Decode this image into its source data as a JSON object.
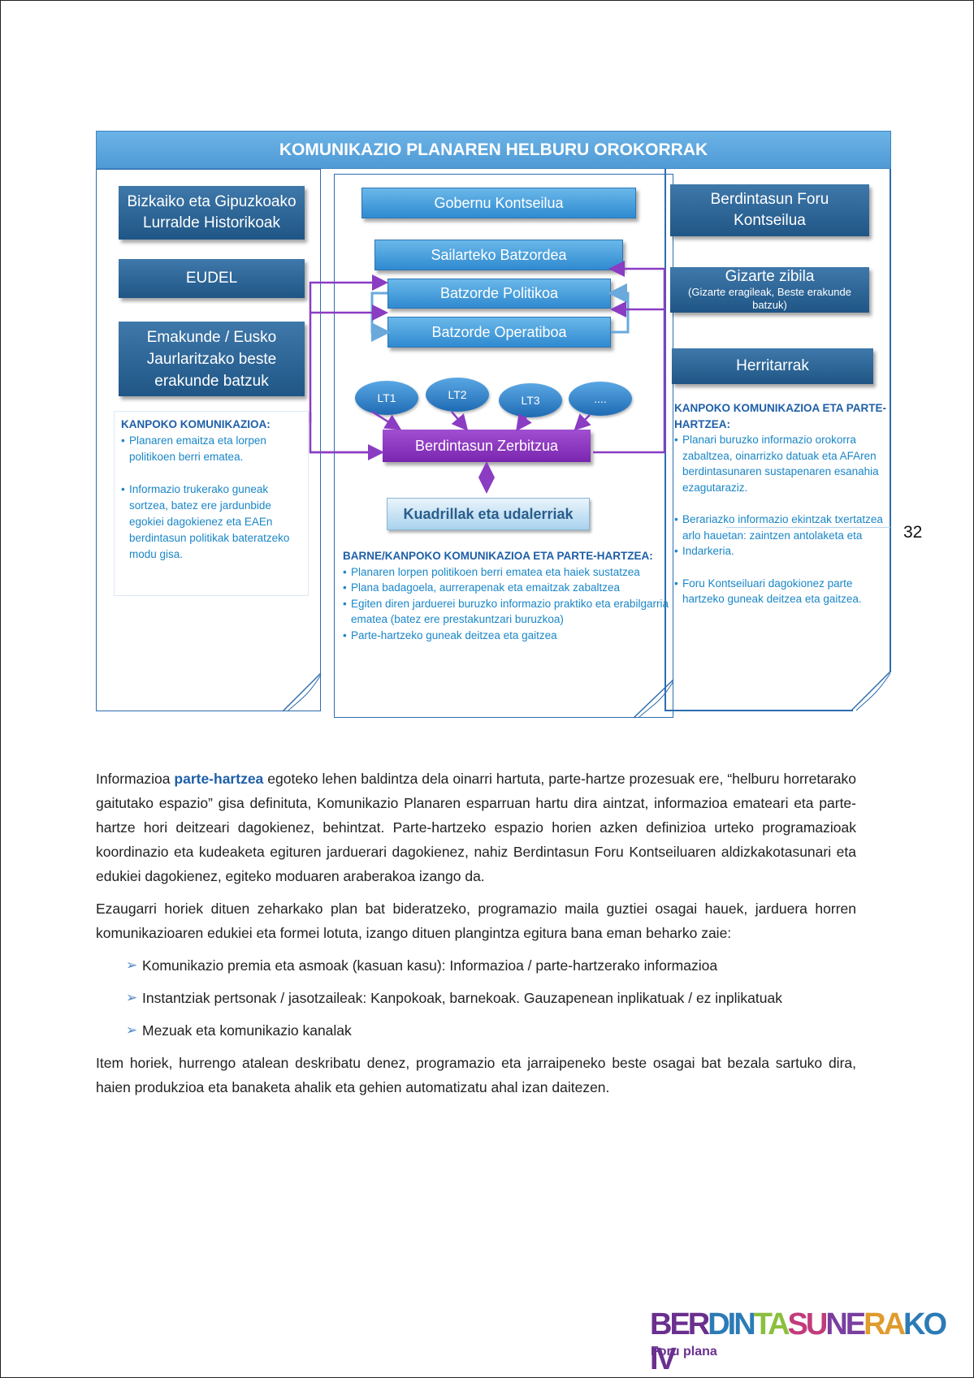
{
  "page_number": "32",
  "diagram": {
    "title": "KOMUNIKAZIO PLANAREN HELBURU OROKORRAK",
    "left": {
      "boxes": [
        "Bizkaiko eta Gipuzkoako Lurralde Historikoak",
        "EUDEL",
        "Emakunde / Eusko Jaurlaritzako beste erakunde batzuk"
      ],
      "note_title": "KANPOKO KOMUNIKAZIOA:",
      "note_items": [
        "Planaren emaitza eta lorpen politikoen berri ematea.",
        "Informazio trukerako guneak sortzea, batez ere jardunbide egokiei dagokienez eta EAEn berdintasun politikak bateratzeko modu gisa."
      ]
    },
    "middle": {
      "gobernu": "Gobernu Kontseilua",
      "sailarteko": "Sailarteko Batzordea",
      "politikoa": "Batzorde Politikoa",
      "operatiboa": "Batzorde Operatiboa",
      "lt": [
        "LT1",
        "LT2",
        "LT3",
        "...."
      ],
      "zerbitzua": "Berdintasun Zerbitzua",
      "kuadrillak": "Kuadrillak eta udalerriak",
      "note_title": "BARNE/KANPOKO KOMUNIKAZIOA ETA PARTE-HARTZEA:",
      "note_items": [
        "Planaren lorpen politikoen berri ematea eta haiek sustatzea",
        "Plana badagoela, aurrerapenak eta emaitzak zabaltzea",
        "Egiten diren jarduerei buruzko informazio praktiko eta erabilgarria ematea (batez ere prestakuntzari buruzkoa)",
        "Parte-hartzeko guneak deitzea eta gaitzea"
      ]
    },
    "right": {
      "boxes": [
        "Berdintasun Foru Kontseilua",
        "Gizarte zibila",
        "Herritarrak"
      ],
      "gizarte_sub": "(Gizarte eragileak, Beste erakunde batzuk)",
      "note_title": "KANPOKO KOMUNIKAZIOA ETA PARTE-HARTZEA:",
      "note_items": [
        "Planari buruzko informazio orokorra zabaltzea, oinarrizko datuak eta AFAren berdintasunaren sustapenaren esanahia ezagutaraziz.",
        "Berariazko informazio ekintzak txertatzea arlo hauetan: zaintzen antolaketa eta",
        "Indarkeria.",
        "Foru Kontseiluari dagokionez parte hartzeko guneak deitzea eta gaitzea."
      ]
    }
  },
  "body": {
    "p1_pre": "Informazioa ",
    "p1_bold": "parte-hartzea",
    "p1_post": " egoteko lehen baldintza dela oinarri hartuta, parte-hartze prozesuak ere, “helburu horretarako gaitutako espazio” gisa definituta, Komunikazio Planaren esparruan hartu dira aintzat, informazioa emateari eta parte-hartze hori deitzeari dagokienez, behintzat. Parte-hartzeko espazio horien azken definizioa urteko programazioak koordinazio eta kudeaketa egituren jarduerari dagokienez, nahiz Berdintasun Foru Kontseiluaren aldizkakotasunari eta edukiei dagokienez, egiteko moduaren araberakoa izango da.",
    "p2": "Ezaugarri horiek dituen zeharkako plan bat bideratzeko, programazio maila guztiei osagai hauek, jarduera horren komunikazioaren edukiei eta formei lotuta, izango dituen plangintza egitura bana eman beharko zaie:",
    "bullets": [
      "Komunikazio premia eta asmoak (kasuan kasu): Informazioa / parte-hartzerako informazioa",
      "Instantziak pertsonak / jasotzaileak: Kanpokoak, barnekoak. Gauzapenean inplikatuak / ez inplikatuak",
      "Mezuak eta komunikazio kanalak"
    ],
    "p3": "Item horiek, hurrengo atalean deskribatu denez, programazio eta jarraipeneko beste osagai bat bezala sartuko dira, haien produkzioa eta banaketa ahalik eta gehien automatizatu ahal izan daitezen."
  },
  "footer": {
    "brand_parts": [
      "BER",
      "DIN",
      "TA",
      "SU",
      "NE",
      "RA",
      "KO ",
      "IV"
    ],
    "subtitle": "Foru plana"
  }
}
